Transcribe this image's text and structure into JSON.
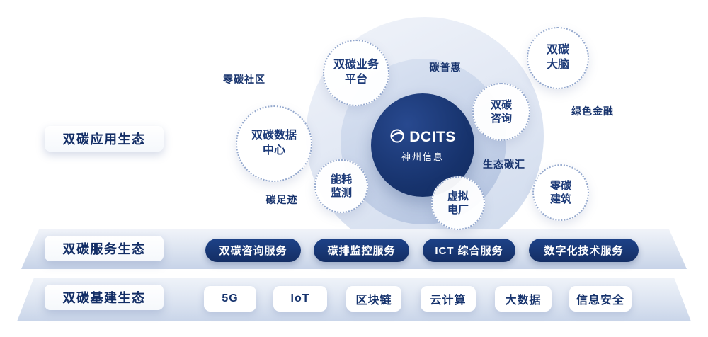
{
  "brand": {
    "name": "DCITS",
    "subname": "神州信息"
  },
  "colors": {
    "navy": "#17336d",
    "band_light": "#dbe3f0",
    "pill_navy": "#142e64"
  },
  "sections": {
    "application": {
      "label": "双碳应用生态",
      "bubbles": [
        {
          "text": "双碳业务\n平台"
        },
        {
          "text": "双碳\n大脑"
        },
        {
          "text": "双碳数据\n中心"
        },
        {
          "text": "双碳\n咨询"
        },
        {
          "text": "能耗\n监测"
        },
        {
          "text": "虚拟\n电厂"
        },
        {
          "text": "零碳\n建筑"
        }
      ],
      "tags": [
        "零碳社区",
        "碳普惠",
        "绿色金融",
        "生态碳汇",
        "碳足迹"
      ]
    },
    "service": {
      "label": "双碳服务生态",
      "pills": [
        "双碳咨询服务",
        "碳排监控服务",
        "ICT 综合服务",
        "数字化技术服务"
      ]
    },
    "infrastructure": {
      "label": "双碳基建生态",
      "items": [
        "5G",
        "IoT",
        "区块链",
        "云计算",
        "大数据",
        "信息安全"
      ]
    }
  }
}
